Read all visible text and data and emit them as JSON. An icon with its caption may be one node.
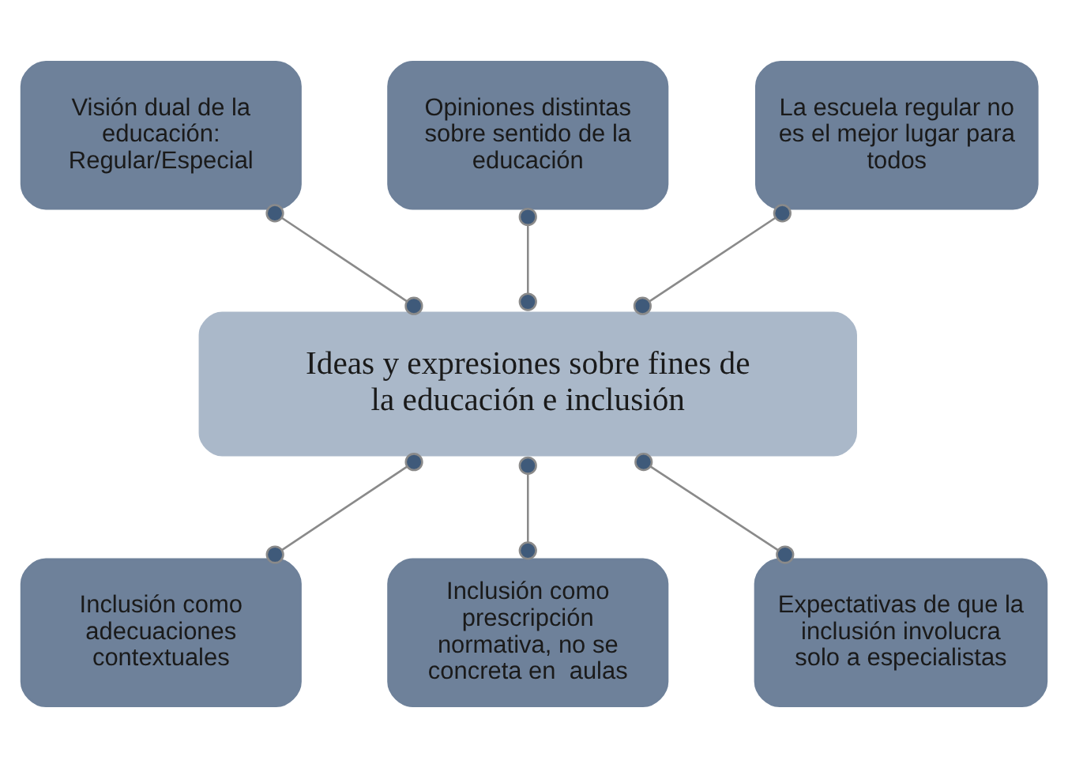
{
  "diagram": {
    "nodes": [
      {
        "text": [
          "Ideas y expresiones sobre fines de la educación e inclusión"
        ]
      },
      {
        "text": [
          "Visión dual de la educación:",
          "Regular/Especial"
        ]
      },
      {
        "text": [
          "Opiniones distintas sobre sentido de la educación"
        ]
      },
      {
        "text": [
          "La escuela regular no es el mejor lugar para todos"
        ]
      },
      {
        "text": [
          "Inclusión como adecuaciones contextuales"
        ]
      },
      {
        "text": [
          "Inclusión como prescripción normativa, no se concreta en  aulas"
        ]
      },
      {
        "text": [
          "Expectativas de que la inclusión involucra solo a especialistas"
        ]
      }
    ],
    "edges": [
      {
        "from": 1,
        "to": 0,
        "arrow": "other"
      },
      {
        "from": 2,
        "to": 0,
        "arrow": "other"
      },
      {
        "from": 3,
        "to": 0,
        "arrow": "other"
      },
      {
        "from": 0,
        "to": 4,
        "arrow": "other"
      },
      {
        "from": 0,
        "to": 5,
        "arrow": "other"
      },
      {
        "from": 0,
        "to": 6,
        "arrow": "other"
      }
    ]
  }
}
